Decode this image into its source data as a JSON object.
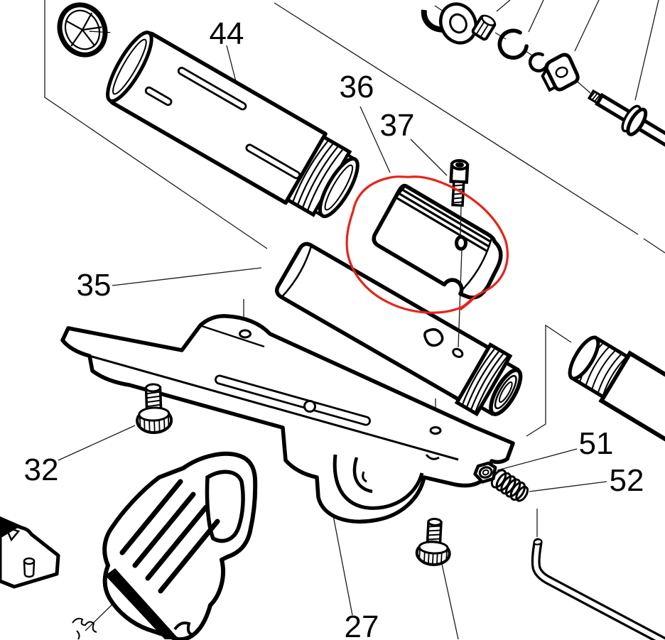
{
  "diagram": {
    "type": "exploded-parts-diagram",
    "background_color": "#ffffff",
    "ink_color": "#000000",
    "highlight": {
      "color": "#e8231a",
      "shape": "freehand-circle",
      "around_label": "36"
    },
    "labels": {
      "n44": "44",
      "n36": "36",
      "n37": "37",
      "n35": "35",
      "n32": "32",
      "n51": "51",
      "n52": "52",
      "n27": "27"
    }
  }
}
